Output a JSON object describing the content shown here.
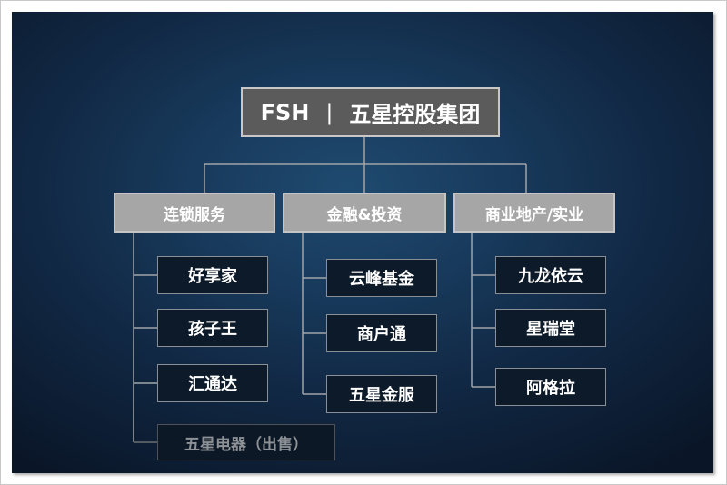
{
  "org_chart": {
    "root": {
      "code": "FSH",
      "separator": "|",
      "name": "五星控股集团"
    },
    "categories": [
      {
        "label": "连锁服务",
        "items": [
          {
            "label": "好享家",
            "sold": false
          },
          {
            "label": "孩子王",
            "sold": false
          },
          {
            "label": "汇通达",
            "sold": false
          },
          {
            "label": "五星电器（出售）",
            "sold": true
          }
        ]
      },
      {
        "label": "金融&投资",
        "items": [
          {
            "label": "云峰基金",
            "sold": false
          },
          {
            "label": "商户通",
            "sold": false
          },
          {
            "label": "五星金服",
            "sold": false
          }
        ]
      },
      {
        "label": "商业地产/实业",
        "items": [
          {
            "label": "九龙依云",
            "sold": false
          },
          {
            "label": "星瑞堂",
            "sold": false
          },
          {
            "label": "阿格拉",
            "sold": false
          }
        ]
      }
    ]
  },
  "colors": {
    "background_dark": "#0a1628",
    "background_light": "#1f4a70",
    "root_fill": "#5b5b5b",
    "category_fill": "#a6a6a6",
    "leaf_fill": "#0d1a2a",
    "leaf_border": "#8a8f96",
    "sold_text": "#8e9296"
  }
}
